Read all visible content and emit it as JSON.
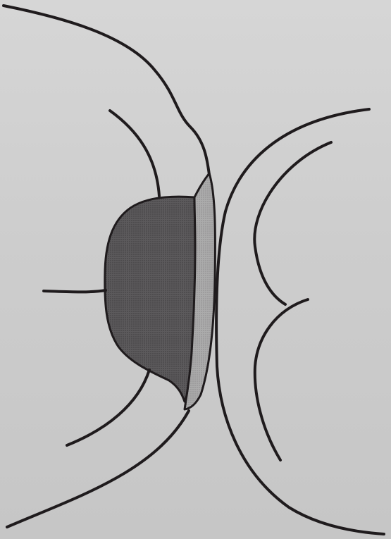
{
  "figure": {
    "regions": [
      {
        "id": "dark-mass",
        "fill": "#555355",
        "pattern": "fine-stipple"
      },
      {
        "id": "light-band",
        "fill": "#a6a4a6",
        "pattern": "fine-stipple"
      }
    ],
    "line_color": "#1f1b1d",
    "background": "#cfcfcf"
  }
}
